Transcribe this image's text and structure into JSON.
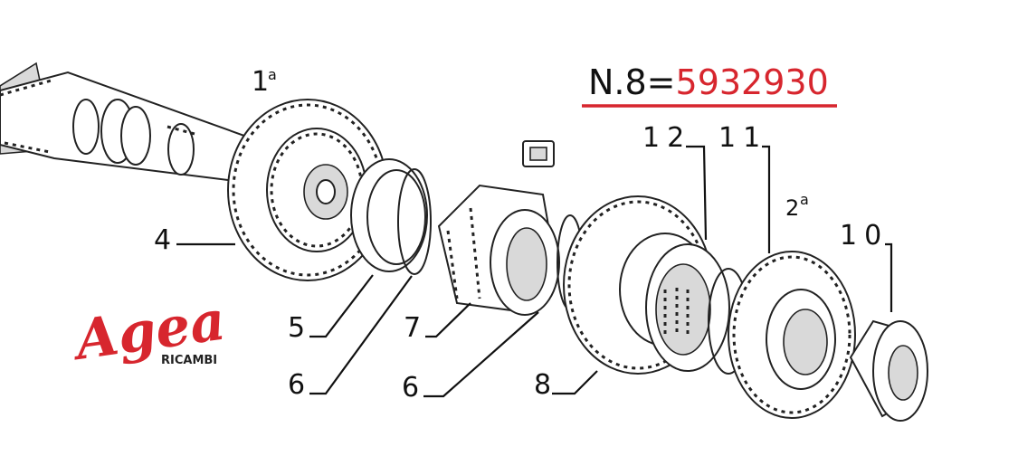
{
  "reference": {
    "prefix": "N.8=",
    "code": "5932930",
    "prefix_color": "#111111",
    "code_color": "#d7262e",
    "underline_color": "#d7262e"
  },
  "gear_labels": {
    "first": {
      "number": "1",
      "suffix": "a"
    },
    "second": {
      "number": "2",
      "suffix": "a"
    }
  },
  "callouts": [
    "4",
    "5",
    "6",
    "7",
    "6",
    "8",
    "12",
    "11",
    "10"
  ],
  "logo": {
    "brand": "Agea",
    "tagline": "RICAMBI",
    "brand_color": "#d7262e"
  }
}
